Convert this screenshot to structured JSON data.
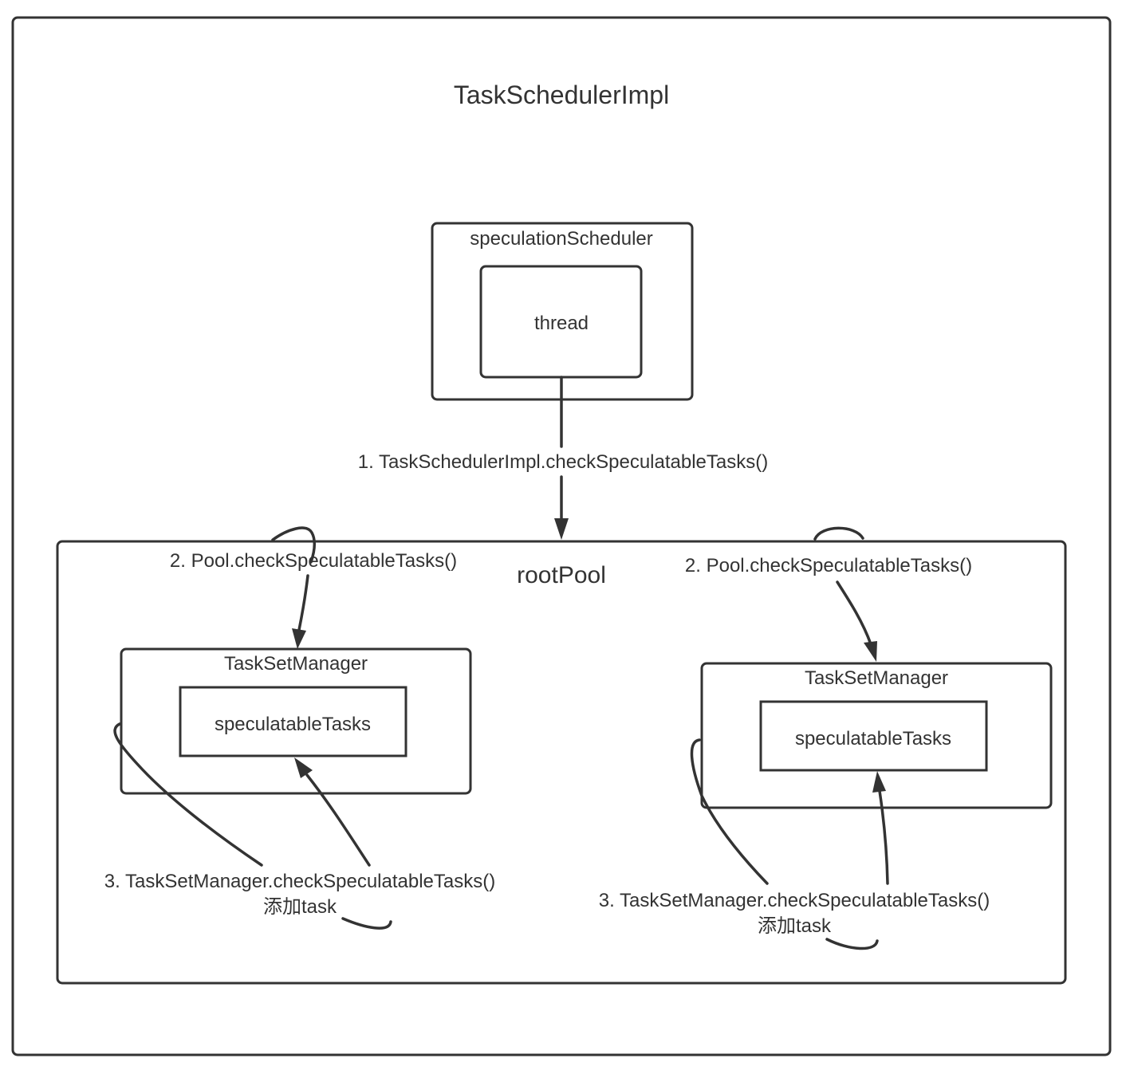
{
  "diagram": {
    "colors": {
      "stroke": "#333333",
      "text": "#333333",
      "background": "#ffffff"
    },
    "outer": {
      "title": "TaskSchedulerImpl"
    },
    "speculation_scheduler": {
      "title": "speculationScheduler",
      "thread_label": "thread"
    },
    "root_pool": {
      "title": "rootPool"
    },
    "task_set_managers": [
      {
        "title": "TaskSetManager",
        "inner_label": "speculatableTasks"
      },
      {
        "title": "TaskSetManager",
        "inner_label": "speculatableTasks"
      }
    ],
    "edges": {
      "step1": "1. TaskSchedulerImpl.checkSpeculatableTasks()",
      "step2_left": "2. Pool.checkSpeculatableTasks()",
      "step2_right": "2. Pool.checkSpeculatableTasks()",
      "step3_left_line1": "3. TaskSetManager.checkSpeculatableTasks()",
      "step3_left_line2": "添加task",
      "step3_right_line1": "3. TaskSetManager.checkSpeculatableTasks()",
      "step3_right_line2": "添加task"
    }
  }
}
